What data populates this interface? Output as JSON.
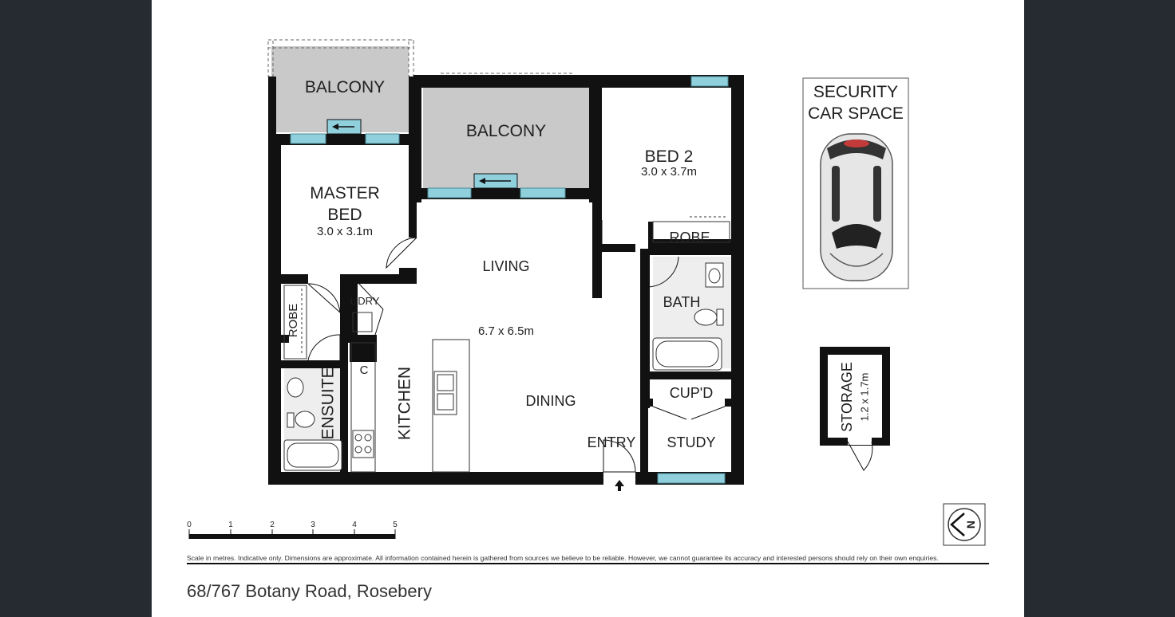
{
  "rooms": {
    "balcony_master": "BALCONY",
    "balcony_living": "BALCONY",
    "master_bed_line1": "MASTER",
    "master_bed_line2": "BED",
    "master_bed_dims": "3.0 x 3.1m",
    "bed2": "BED 2",
    "bed2_dims": "3.0 x 3.7m",
    "robe_bed2": "ROBE",
    "living": "LIVING",
    "living_dims": "6.7 x 6.5m",
    "dining": "DINING",
    "kitchen": "KITCHEN",
    "laundry": "L'DRY",
    "cupboard_c": "C",
    "robe_master": "ROBE",
    "ensuite": "ENSUITE",
    "bath": "BATH",
    "cupboard": "CUP'D",
    "study": "STUDY",
    "entry": "ENTRY"
  },
  "car_space": {
    "line1": "SECURITY",
    "line2": "CAR SPACE"
  },
  "storage": {
    "label": "STORAGE",
    "dims": "1.2 x 1.7m"
  },
  "scale": {
    "ticks": [
      "0",
      "1",
      "2",
      "3",
      "4",
      "5"
    ],
    "unit": "metres"
  },
  "compass": {
    "north_letter": "N"
  },
  "disclaimer": "Scale in metres. Indicative only. Dimensions are approximate. All information contained herein is gathered from sources we believe to be reliable. However, we cannot guarantee its accuracy and interested persons should rely on their own enquiries.",
  "address": "68/767 Botany Road, Rosebery",
  "colors": {
    "wall": "#111111",
    "balcony": "#c9c9c9",
    "window": "#8fd0dc",
    "wet_area": "#eeeeee",
    "background": "#252b31"
  }
}
